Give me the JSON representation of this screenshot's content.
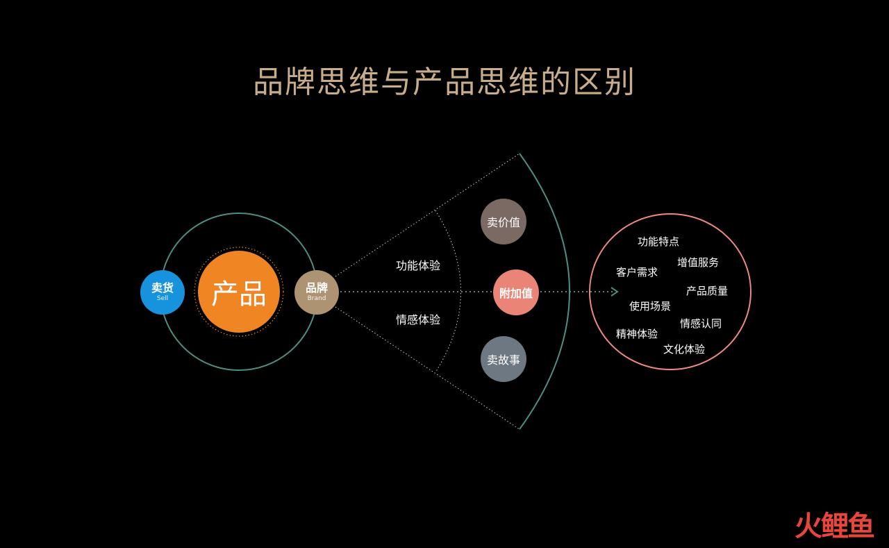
{
  "title": "品牌思维与产品思维的区别",
  "colors": {
    "title": "#c8ad8a",
    "sell": "#1793dd",
    "product": "#ef8523",
    "brand": "#ad9371",
    "value": "#7b6a63",
    "added": "#e98476",
    "story": "#6d7882",
    "teal": "#4e8e82",
    "pink": "#f08a80"
  },
  "left": {
    "product": "产品",
    "sell": {
      "label": "卖货",
      "sub": "Sell"
    },
    "brand": {
      "label": "品牌",
      "sub": "Brand"
    }
  },
  "fan": {
    "functional": "功能体验",
    "emotional": "情感体验",
    "sell_value": "卖价值",
    "added_value": "附加值",
    "sell_story": "卖故事"
  },
  "right_tags": [
    "功能特点",
    "客户需求",
    "增值服务",
    "产品质量",
    "使用场景",
    "精神体验",
    "情感认同",
    "文化体验"
  ],
  "logo": {
    "icon": "fire-glyph",
    "text": "鲤鱼"
  }
}
